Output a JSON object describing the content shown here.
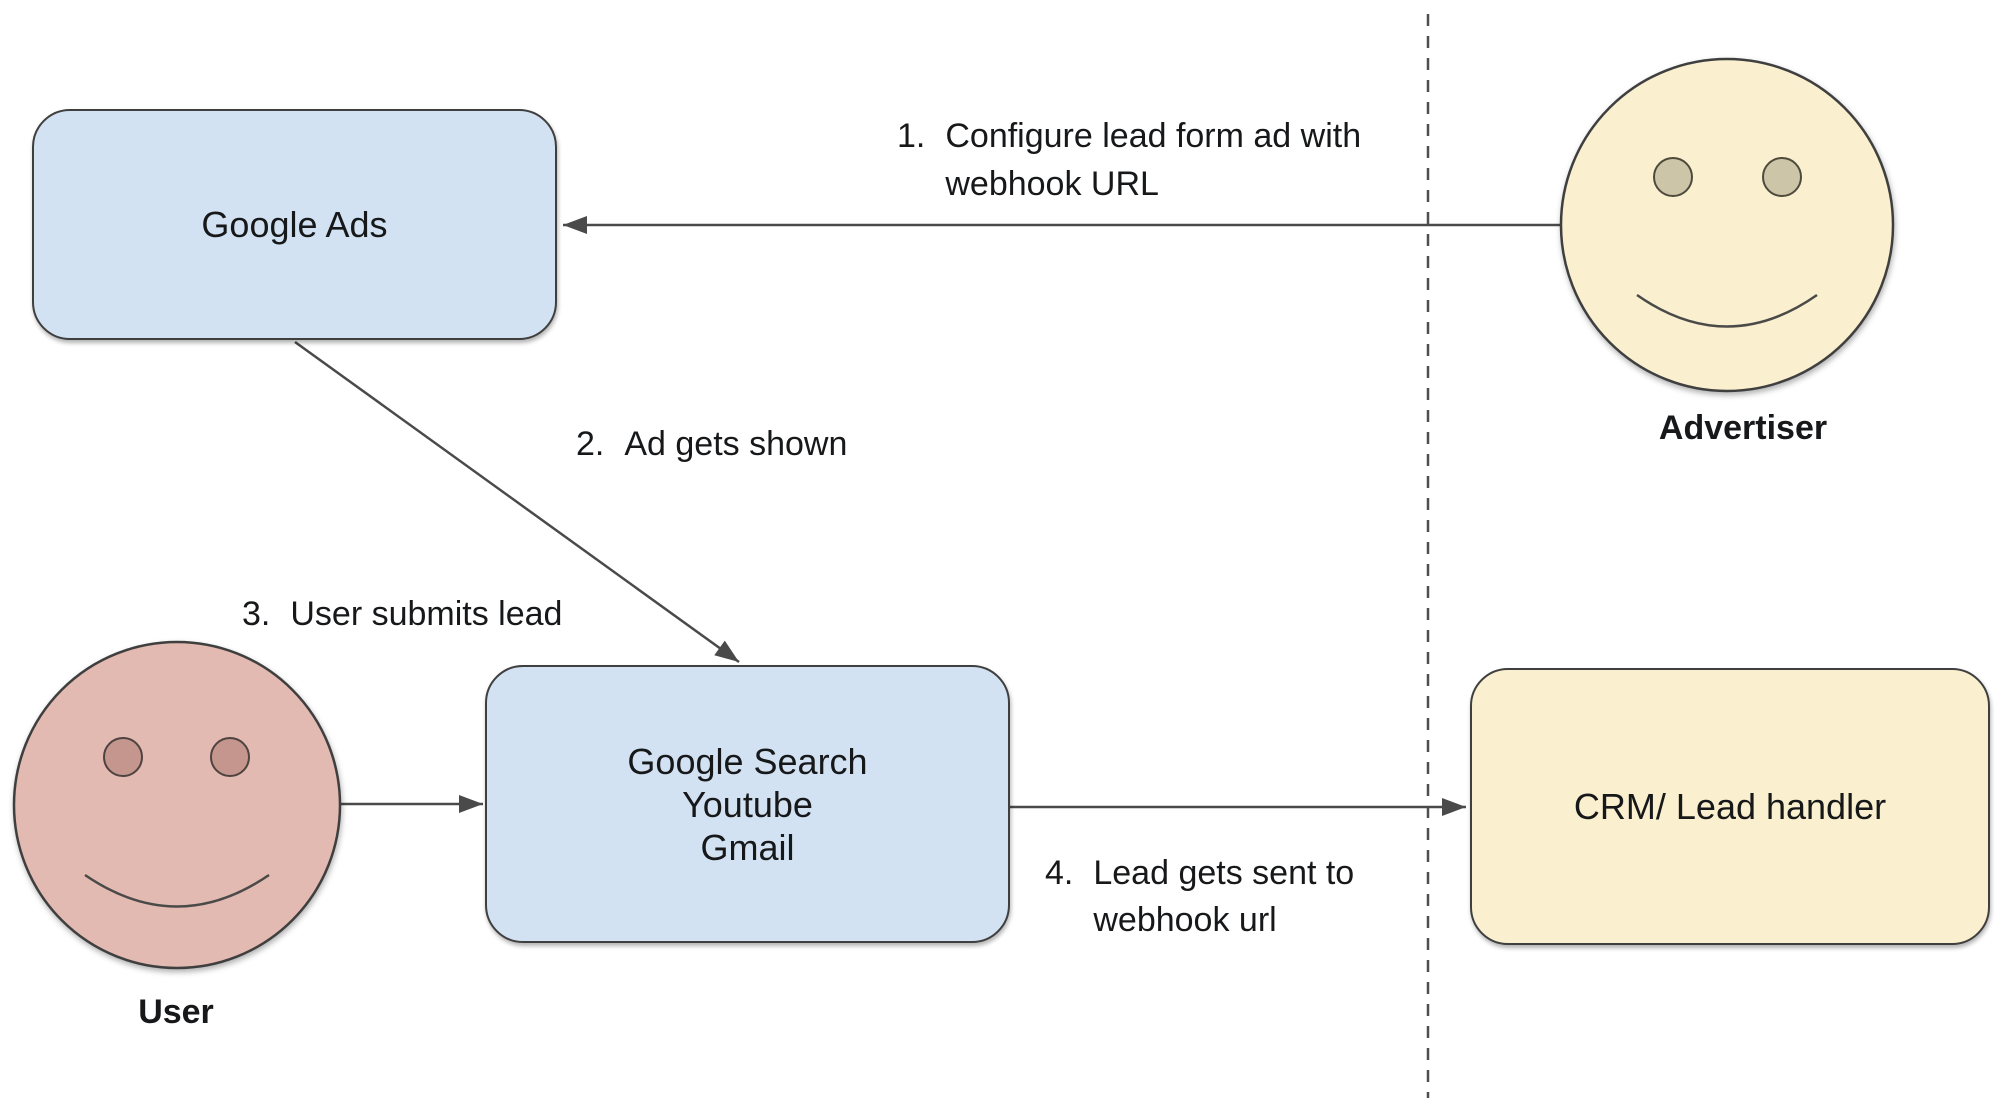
{
  "page": {
    "background": "#ffffff",
    "divider": "dashed-vertical-separator"
  },
  "colors": {
    "box_blue": "#d2e2f2",
    "box_yellow": "#faf0cf",
    "face_user_fill": "#e3bab1",
    "face_user_eye": "#c4968e",
    "face_advertiser_fill": "#faf0cf",
    "face_advertiser_eye": "#cdc5a8",
    "outline": "#3f3f3f",
    "arrow": "#4a4a4a",
    "text": "#17181a"
  },
  "nodes": {
    "google_ads": "Google Ads",
    "surfaces": [
      "Google Search",
      "Youtube",
      "Gmail"
    ],
    "crm": "CRM/ Lead handler"
  },
  "actors": {
    "advertiser": "Advertiser",
    "user": "User"
  },
  "steps": {
    "s1": {
      "num": "1.",
      "line1": "Configure lead form ad with",
      "line2": "webhook URL"
    },
    "s2": {
      "num": "2.",
      "text": "Ad gets shown"
    },
    "s3": {
      "num": "3.",
      "text": "User submits lead"
    },
    "s4": {
      "num": "4.",
      "line1": "Lead gets sent to",
      "line2": "webhook url"
    }
  }
}
